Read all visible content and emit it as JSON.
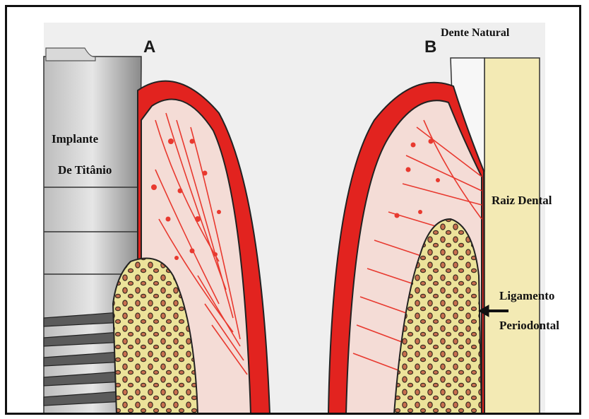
{
  "panels": {
    "a": {
      "letter": "A"
    },
    "b": {
      "letter": "B"
    }
  },
  "labels": {
    "implant_line1": "Implante",
    "implant_line2": "De Titânio",
    "natural_tooth": "Dente Natural",
    "root": "Raiz Dental",
    "ligament_line1": "Ligamento",
    "ligament_line2": "Periodontal"
  },
  "colors": {
    "gum": "#e2231f",
    "connective": "#f4dcd6",
    "fibers": "#e8392f",
    "bone": "#ece39a",
    "implant": "#d6d6d6",
    "root": "#f3eab4",
    "background": "#eeeeee"
  }
}
